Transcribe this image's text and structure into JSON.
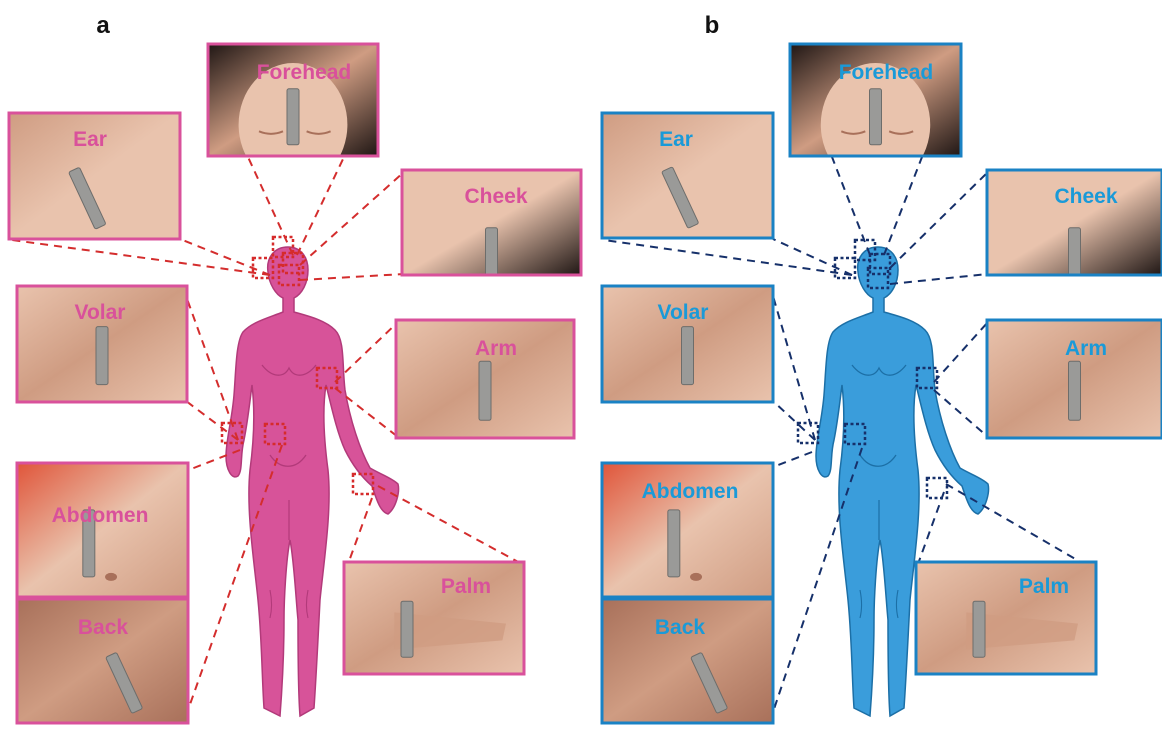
{
  "figure": {
    "panels": [
      {
        "letter": "a",
        "theme": {
          "frame": "#d9519b",
          "label": "#d9519b",
          "body": "#d75399",
          "body_shade": "#b23a7a",
          "marker": "#d62b2b",
          "leader": "#d42d2d"
        },
        "sites": {
          "forehead": "Forehead",
          "ear": "Ear",
          "cheek": "Cheek",
          "volar": "Volar",
          "arm": "Arm",
          "abdomen": "Abdomen",
          "back": "Back",
          "palm": "Palm"
        }
      },
      {
        "letter": "b",
        "theme": {
          "frame": "#1a82c4",
          "label": "#1a9ad8",
          "body": "#3a9ddb",
          "body_shade": "#1c6fa6",
          "marker": "#16306a",
          "leader": "#16306a"
        },
        "sites": {
          "forehead": "Forehead",
          "ear": "Ear",
          "cheek": "Cheek",
          "volar": "Volar",
          "arm": "Arm",
          "abdomen": "Abdomen",
          "back": "Back",
          "palm": "Palm"
        }
      }
    ],
    "photo_palette": {
      "skin_light": "#e9c3ad",
      "skin_mid": "#cf9c82",
      "skin_dark": "#a8705a",
      "dark_bg": "#1f1614",
      "sensor": "#9a9a98",
      "cloth_red": "#e0553a"
    }
  }
}
